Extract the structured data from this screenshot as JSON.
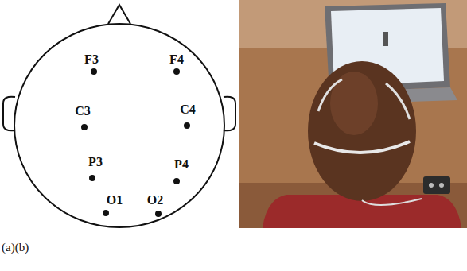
{
  "diagram": {
    "labels": [
      "F3",
      "F4",
      "C3",
      "C4",
      "P3",
      "P4",
      "O1",
      "O2",
      "(a)(b)"
    ]
  }
}
